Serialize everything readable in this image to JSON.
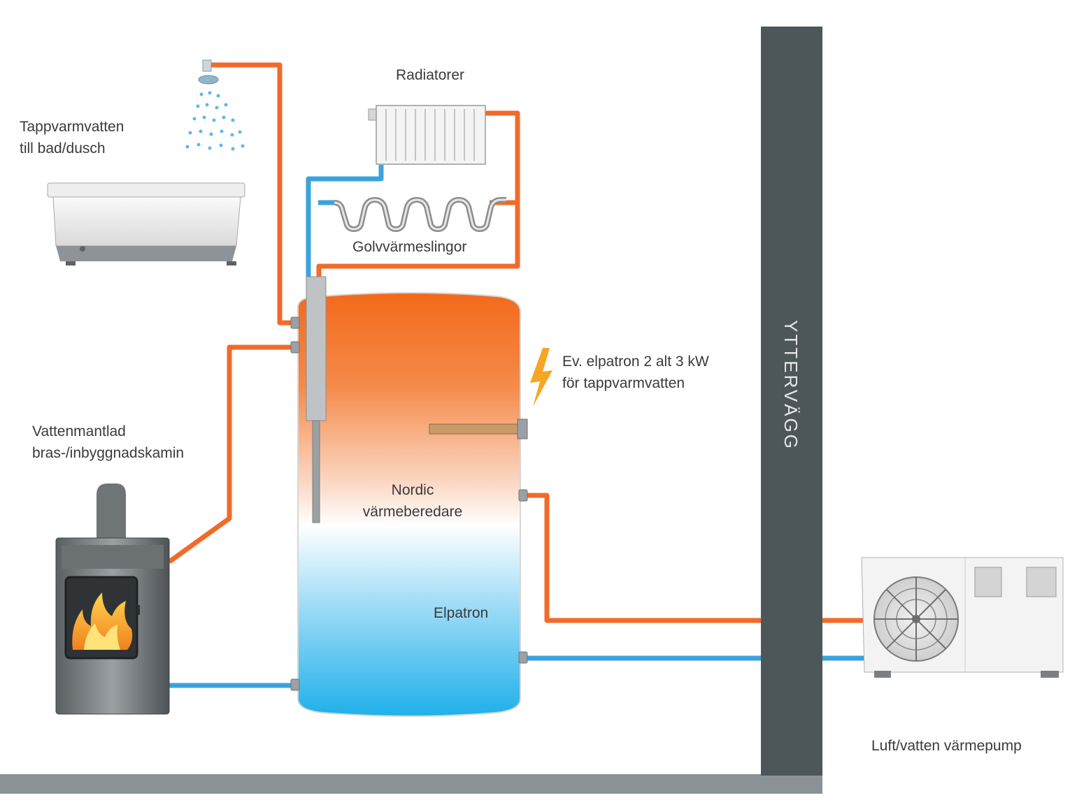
{
  "labels": {
    "hot_water": [
      "Tappvarmvatten",
      "till bad/dusch"
    ],
    "radiators": "Radiatorer",
    "floor_heating": "Golvvärmeslingor",
    "stove": [
      "Vattenmantlad",
      "bras-/inbyggnadskamin"
    ],
    "heater_tank": [
      "Nordic",
      "värmeberedare"
    ],
    "immersion_heater_optional": [
      "Ev. elpatron 2 alt 3 kW",
      "för tappvarmvatten"
    ],
    "immersion_heater": "Elpatron",
    "outer_wall": "YTTERVÄGG",
    "heat_pump": "Luft/vatten värmepump"
  },
  "colors": {
    "hot_pipe": "#f26a2a",
    "cold_pipe": "#3aa3dc",
    "wall": "#4d5759",
    "floor": "#8a9295",
    "tank_top": "#f26a1b",
    "tank_bottom": "#1fb0ea"
  },
  "icons": [
    "shower-icon",
    "bathtub-icon",
    "radiator-icon",
    "floor-coil-icon",
    "stove-icon",
    "flame-icon",
    "lightning-icon",
    "heat-pump-icon",
    "fan-icon"
  ]
}
